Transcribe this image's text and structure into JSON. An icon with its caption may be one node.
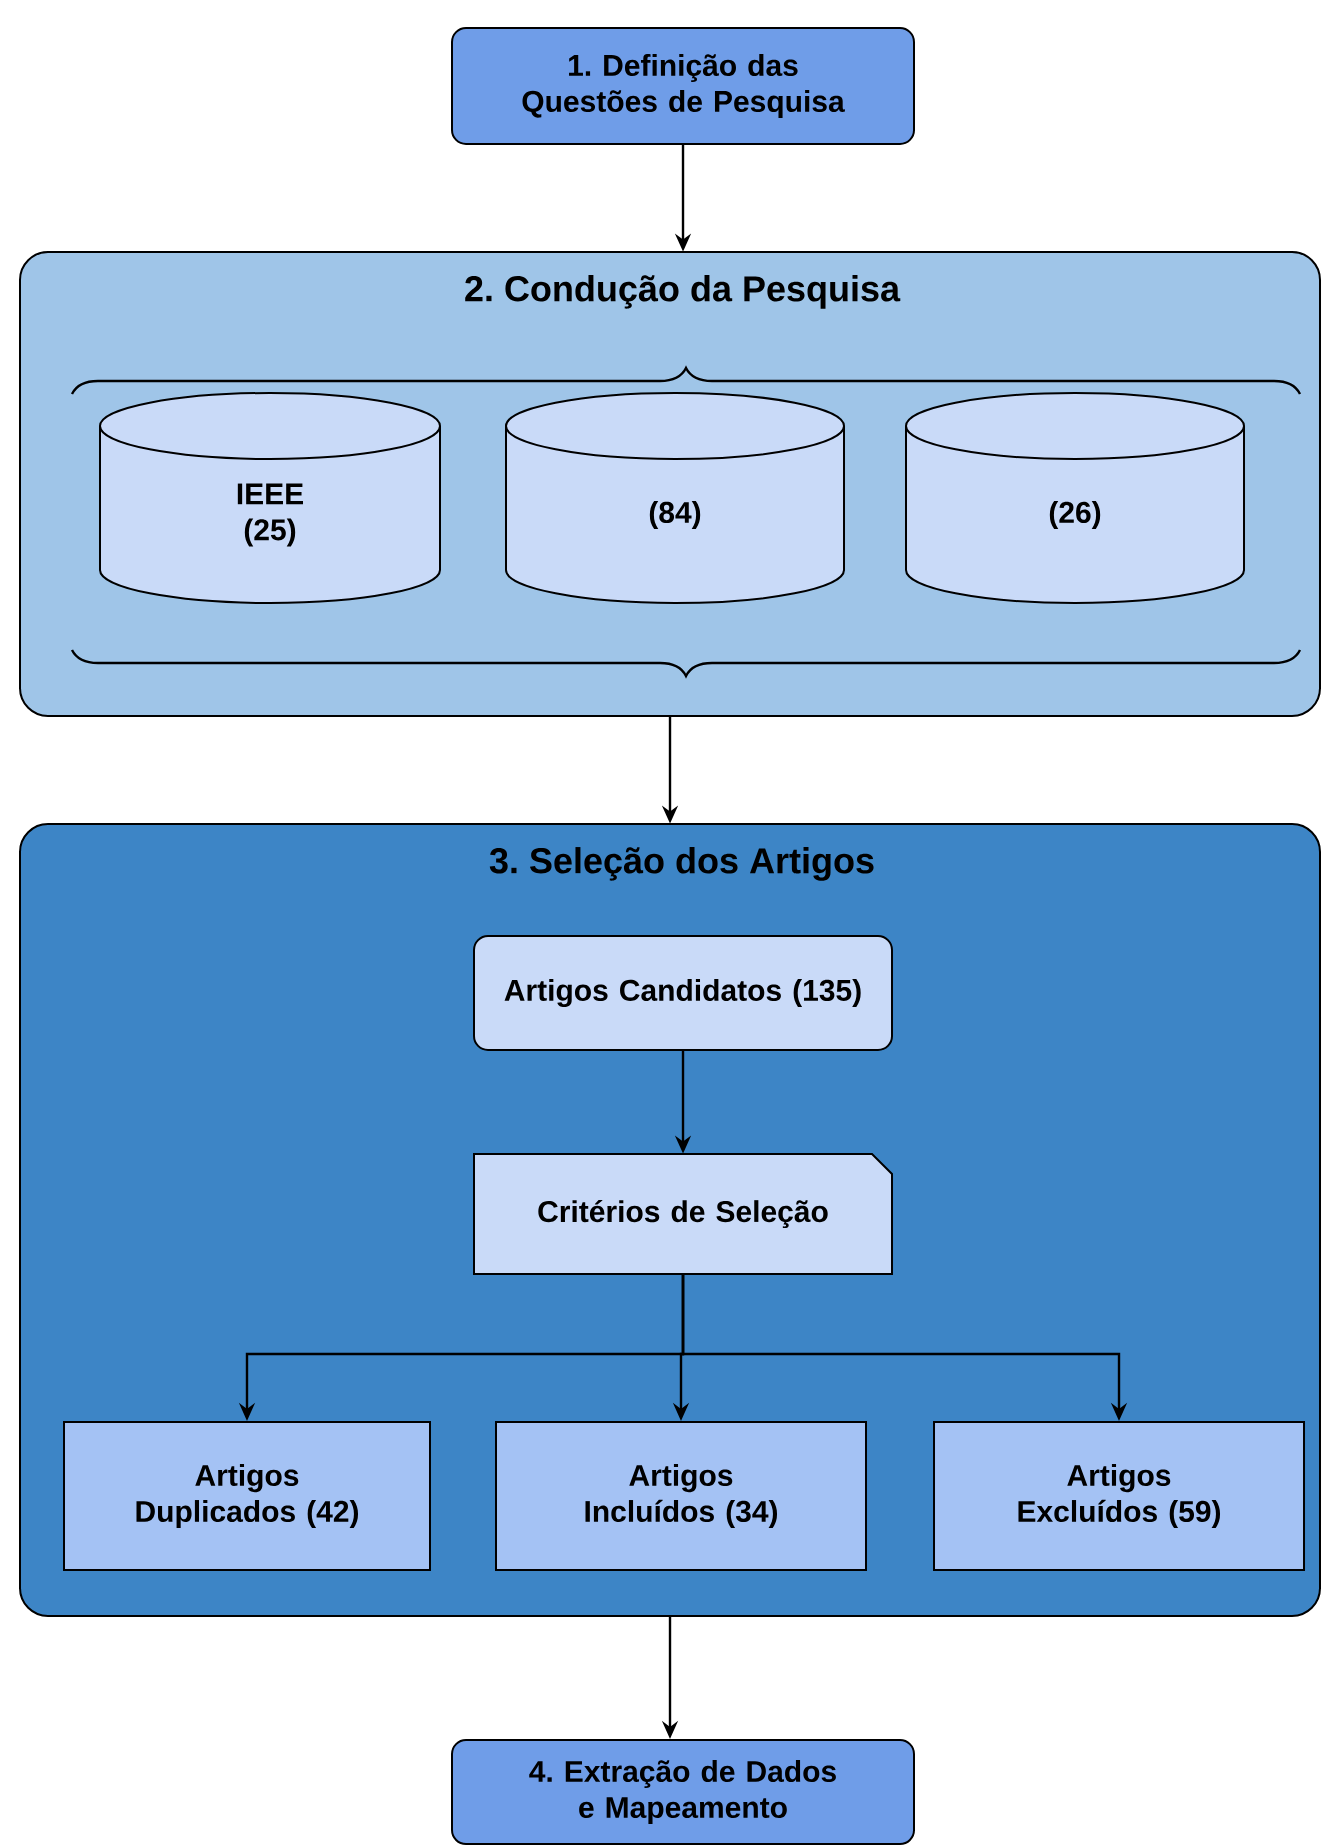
{
  "diagram": {
    "nodes": [
      {
        "text": [
          "1. Definição das Questões de Pesquisa"
        ]
      },
      {
        "text": [
          "2. Condução da Pesquisa"
        ]
      },
      {
        "text": [
          "IEEE",
          "(25)"
        ],
        "in": 1
      },
      {
        "text": [
          "(84)"
        ],
        "in": 1
      },
      {
        "text": [
          "(26)"
        ],
        "in": 1
      },
      {
        "text": [
          "3. Seleção dos Artigos"
        ]
      },
      {
        "text": [
          "Artigos Candidatos (135)"
        ],
        "in": 5
      },
      {
        "text": [
          "Critérios de Seleção"
        ],
        "in": 5
      },
      {
        "text": [
          "Artigos Duplicados (42)"
        ],
        "in": 5
      },
      {
        "text": [
          "Artigos Incluídos (34)"
        ],
        "in": 5
      },
      {
        "text": [
          "Artigos Excluídos (59)"
        ],
        "in": 5
      },
      {
        "text": [
          "4. Extração de Dados e Mapeamento"
        ]
      }
    ],
    "edges": [
      {
        "from": 0,
        "to": 1,
        "arrow": "to"
      },
      {
        "from": 1,
        "to": 5,
        "arrow": "to"
      },
      {
        "from": 6,
        "to": 7,
        "arrow": "to"
      },
      {
        "from": 7,
        "to": 8,
        "arrow": "to"
      },
      {
        "from": 7,
        "to": 9,
        "arrow": "to"
      },
      {
        "from": 7,
        "to": 10,
        "arrow": "to"
      },
      {
        "from": 5,
        "to": 11,
        "arrow": "to"
      }
    ]
  }
}
